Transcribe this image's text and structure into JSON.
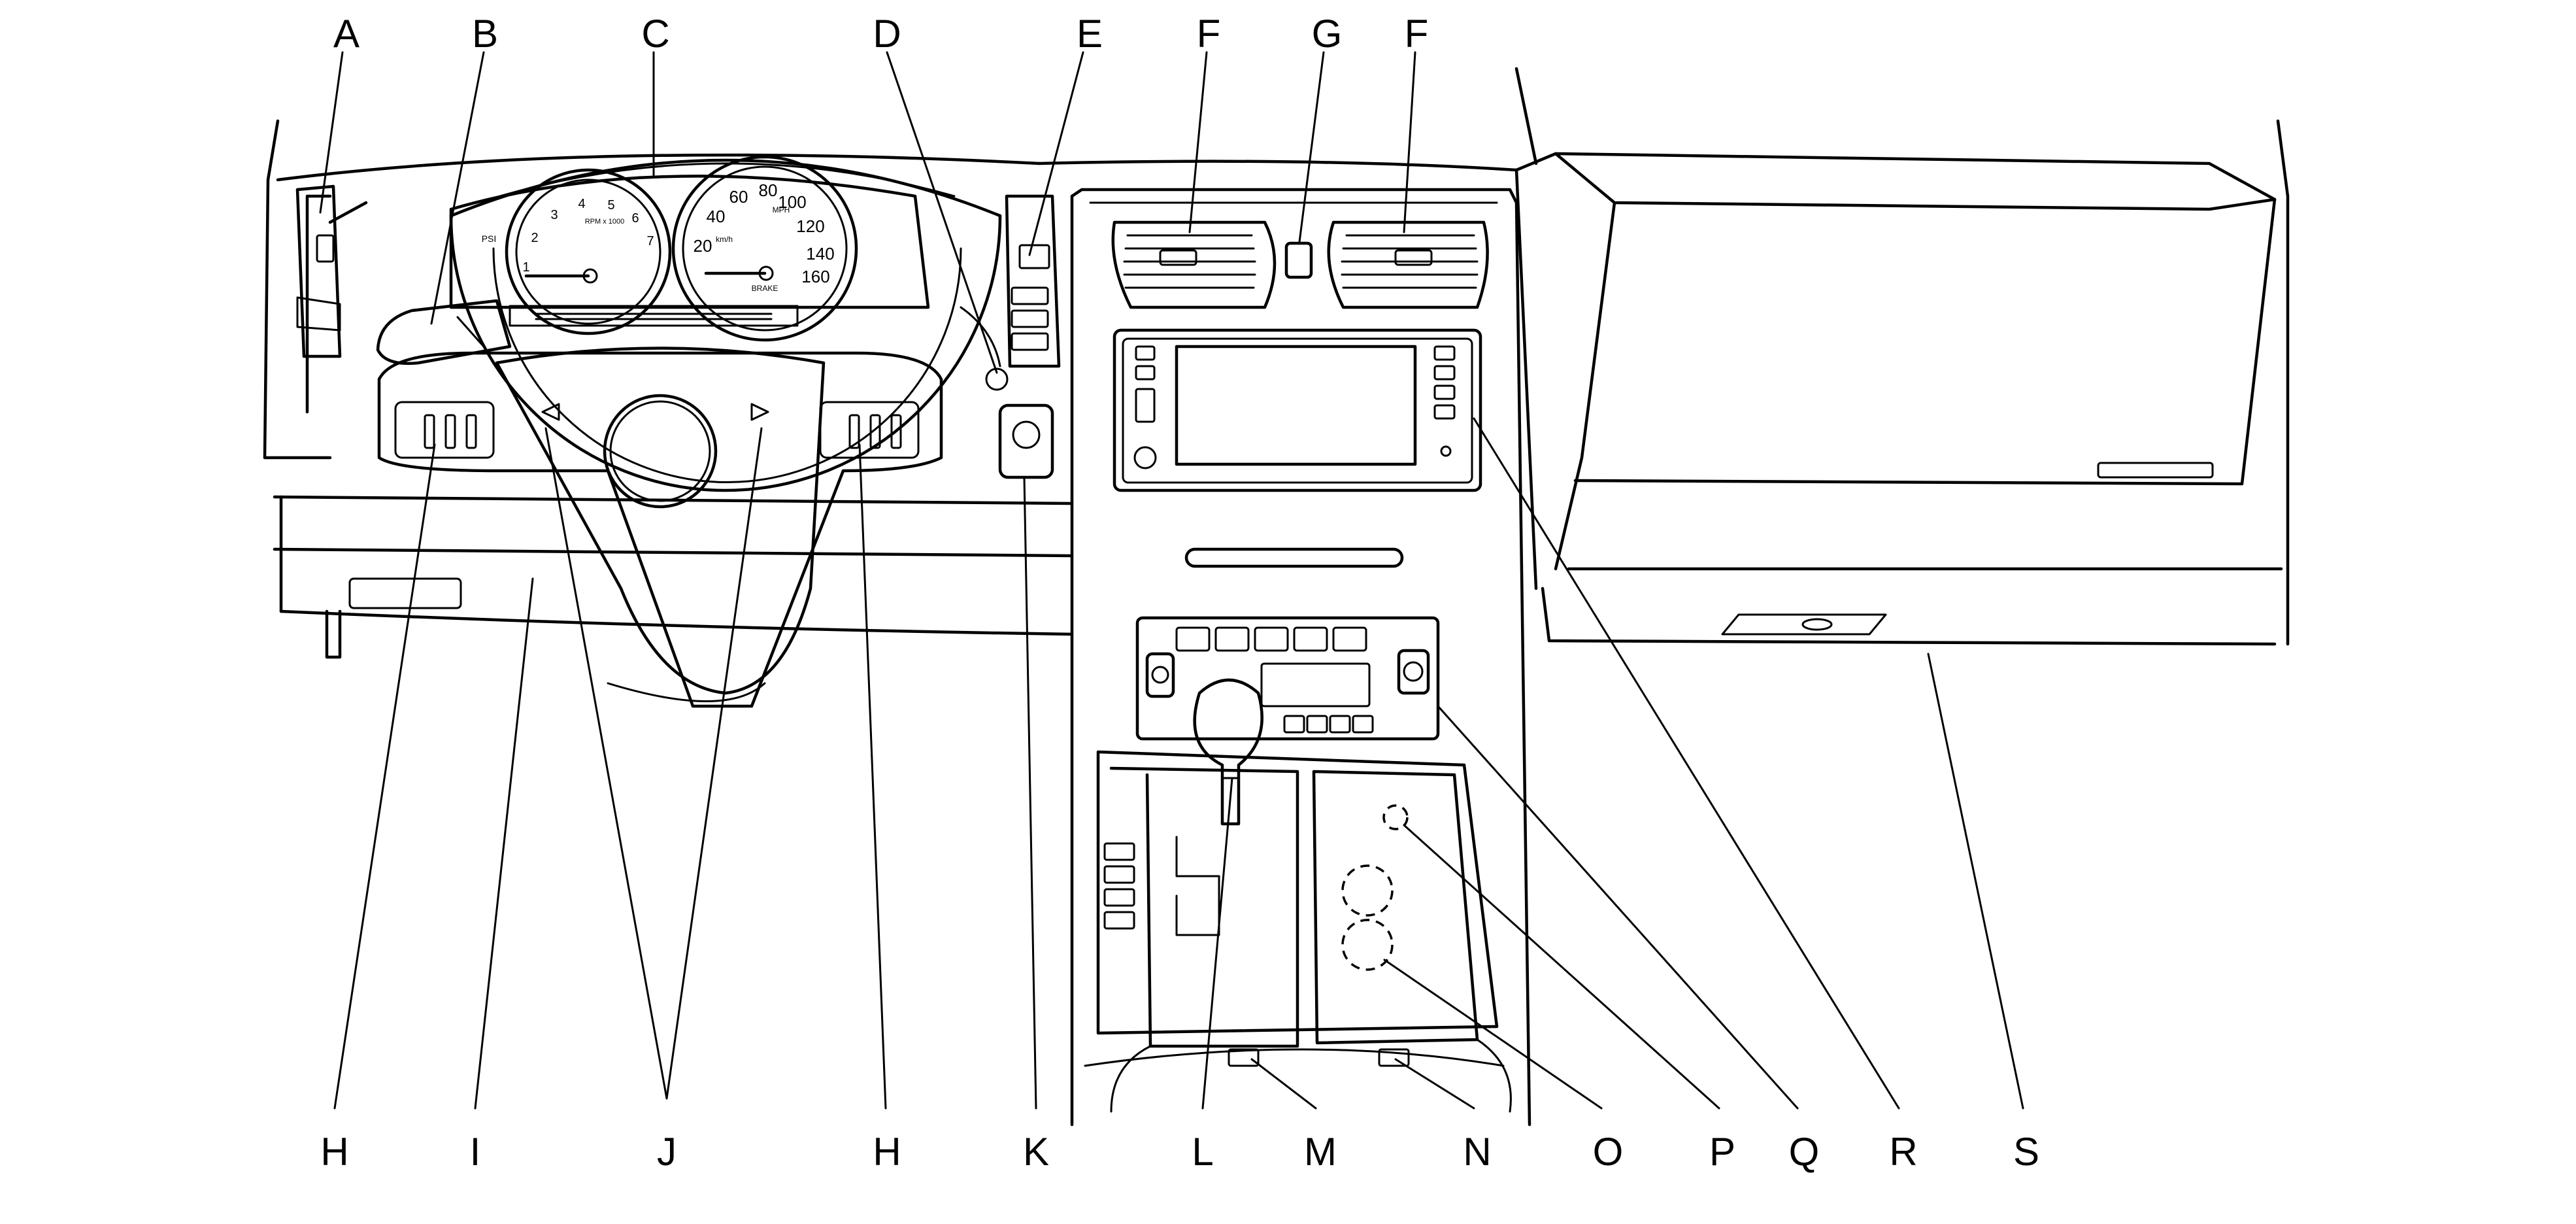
{
  "callouts": {
    "top": [
      "A",
      "B",
      "C",
      "D",
      "E",
      "F",
      "G",
      "F"
    ],
    "bottom": [
      "H",
      "I",
      "J",
      "H",
      "K",
      "L",
      "M",
      "N",
      "O",
      "P",
      "Q",
      "R",
      "S"
    ]
  },
  "gauges": {
    "tachometer": {
      "ticks": [
        "1",
        "2",
        "3",
        "4",
        "5",
        "6",
        "7"
      ],
      "unit": "RPM x 1000"
    },
    "speedometer": {
      "ticks": [
        "20",
        "40",
        "60",
        "80",
        "100",
        "120",
        "140",
        "160"
      ],
      "units": [
        "MPH",
        "km/h"
      ],
      "warning": "BRAKE"
    },
    "aux": {
      "psi": "PSI"
    }
  },
  "colors": {
    "line": "#000000",
    "background": "#ffffff"
  }
}
